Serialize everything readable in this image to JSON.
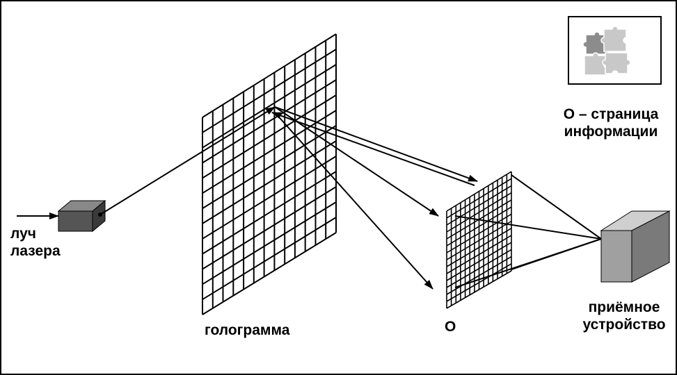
{
  "labels": {
    "laser_line1": "луч",
    "laser_line2": "лазера",
    "hologram": "голограмма",
    "object": "O",
    "receiver_line1": "приёмное",
    "receiver_line2": "устройство",
    "info_page_line1": "O – страница",
    "info_page_line2": "информации"
  },
  "colors": {
    "line": "#000000",
    "laser_box_front": "#555555",
    "laser_box_top": "#888888",
    "laser_box_side": "#3a3a3a",
    "receiver_front": "#a0a0a0",
    "receiver_top": "#cfcfcf",
    "receiver_side": "#7a7a7a",
    "puzzle_dark": "#8c8c8c",
    "puzzle_light": "#c8c8c8",
    "puzzle_outline": "#ffffff"
  },
  "grids": {
    "hologram_cells": 13,
    "object_page_cells": 14
  },
  "icons": [
    "laser-source-icon",
    "receiver-device-icon",
    "puzzle-pieces-icon"
  ]
}
